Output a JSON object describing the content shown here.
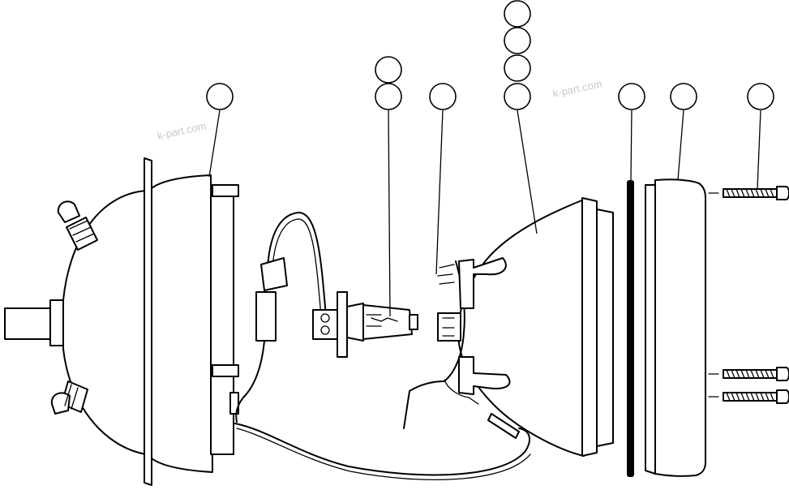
{
  "diagram": {
    "watermark_text": "k-part.com",
    "callouts": [
      {
        "id": "housing",
        "label": ""
      },
      {
        "id": "bulb-upper",
        "label": ""
      },
      {
        "id": "bulb-lower",
        "label": ""
      },
      {
        "id": "bulb-clip",
        "label": ""
      },
      {
        "id": "reflector-1",
        "label": ""
      },
      {
        "id": "reflector-2",
        "label": ""
      },
      {
        "id": "reflector-3",
        "label": ""
      },
      {
        "id": "reflector-4",
        "label": ""
      },
      {
        "id": "gasket",
        "label": ""
      },
      {
        "id": "lens-rim",
        "label": ""
      },
      {
        "id": "screws",
        "label": ""
      }
    ]
  }
}
